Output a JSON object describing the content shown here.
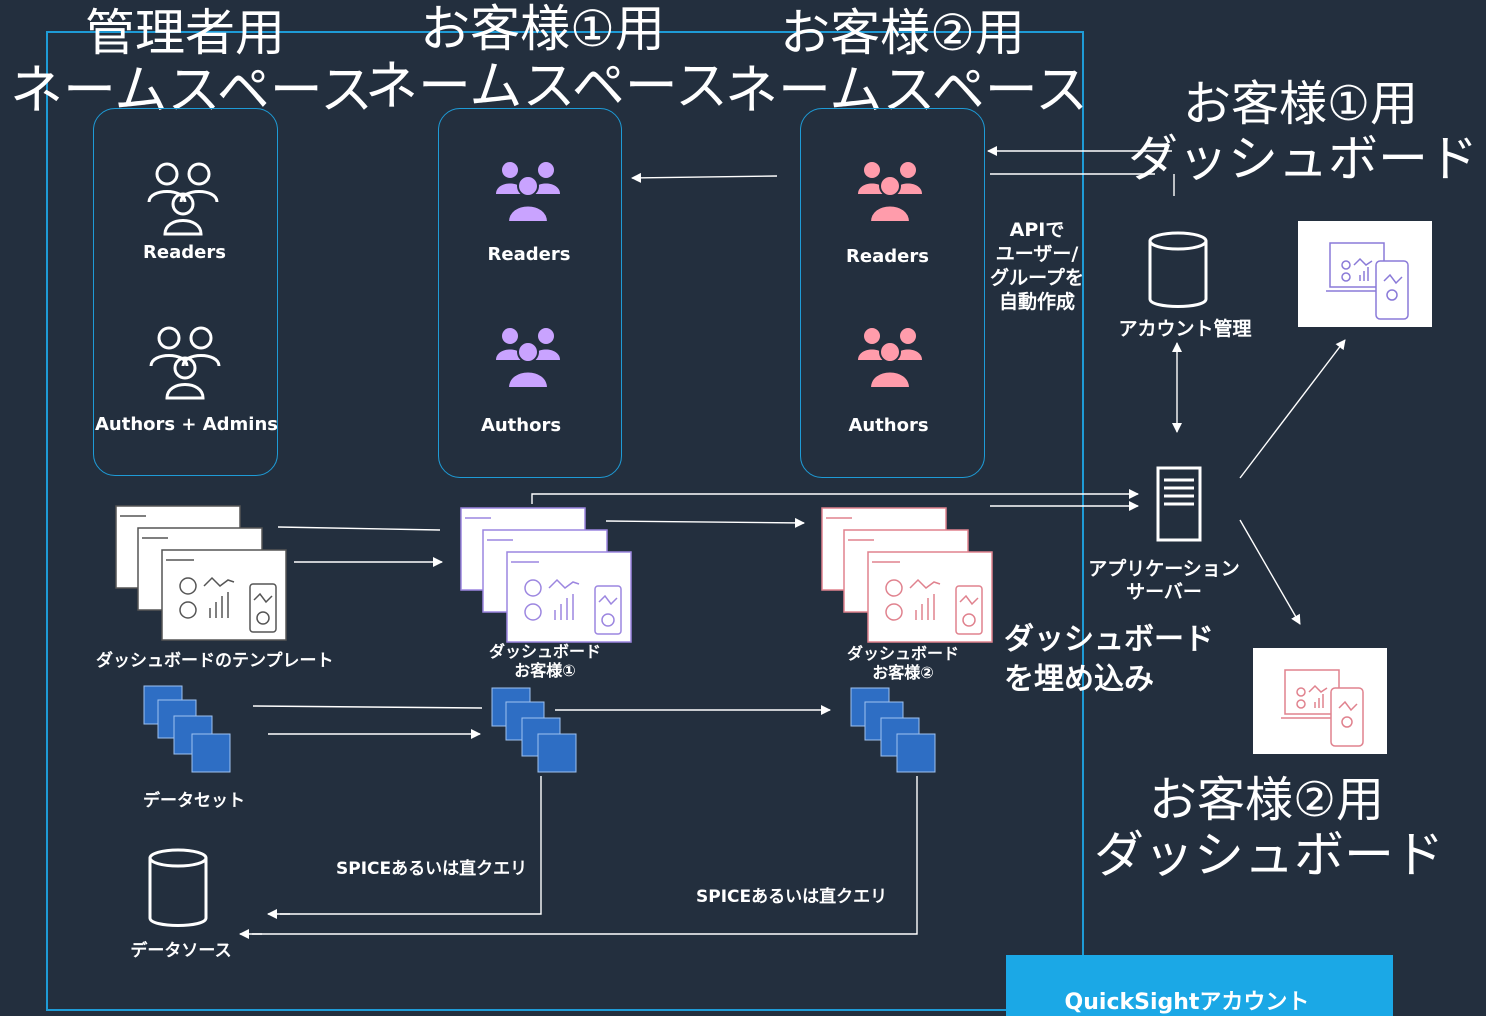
{
  "namespaces": [
    {
      "title_line1": "管理者用",
      "title_line2": "ネームスペース",
      "group1": "Readers",
      "group2": "Authors + Admins"
    },
    {
      "title_line1": "お客様①用",
      "title_line2": "ネームスペース",
      "group1": "Readers",
      "group2": "Authors"
    },
    {
      "title_line1": "お客様②用",
      "title_line2": "ネームスペース",
      "group1": "Readers",
      "group2": "Authors"
    }
  ],
  "dashboards": {
    "template": "ダッシュボードのテンプレート",
    "customer1_line1": "ダッシュボード",
    "customer1_line2": "お客様①",
    "customer2_line1": "ダッシュボード",
    "customer2_line2": "お客様②"
  },
  "dataset_label": "データセット",
  "datasource_label": "データソース",
  "spice1": "SPICEあるいは直クエリ",
  "spice2": "SPICEあるいは直クエリ",
  "api_note": [
    "APIで",
    "ユーザー/",
    "グループを",
    "自動作成"
  ],
  "embed_note": [
    "ダッシュボード",
    "を埋め込み"
  ],
  "account_mgmt": "アカウント管理",
  "app_server": [
    "アプリケーション",
    "サーバー"
  ],
  "customer1_dashboard": {
    "line1": "お客様①用",
    "line2": "ダッシュボード"
  },
  "customer2_dashboard": {
    "line1": "お客様②用",
    "line2": "ダッシュボード"
  },
  "quicksight_account": "QuickSightアカウント",
  "colors": {
    "background": "#232f3e",
    "frame": "#1e9bd6",
    "badge": "#1ba8e6",
    "admin_icon": "#ffffff",
    "customer1_icon": "#c9a3ff",
    "customer2_icon": "#ff9cab",
    "dataset": "#2e6ec4"
  }
}
